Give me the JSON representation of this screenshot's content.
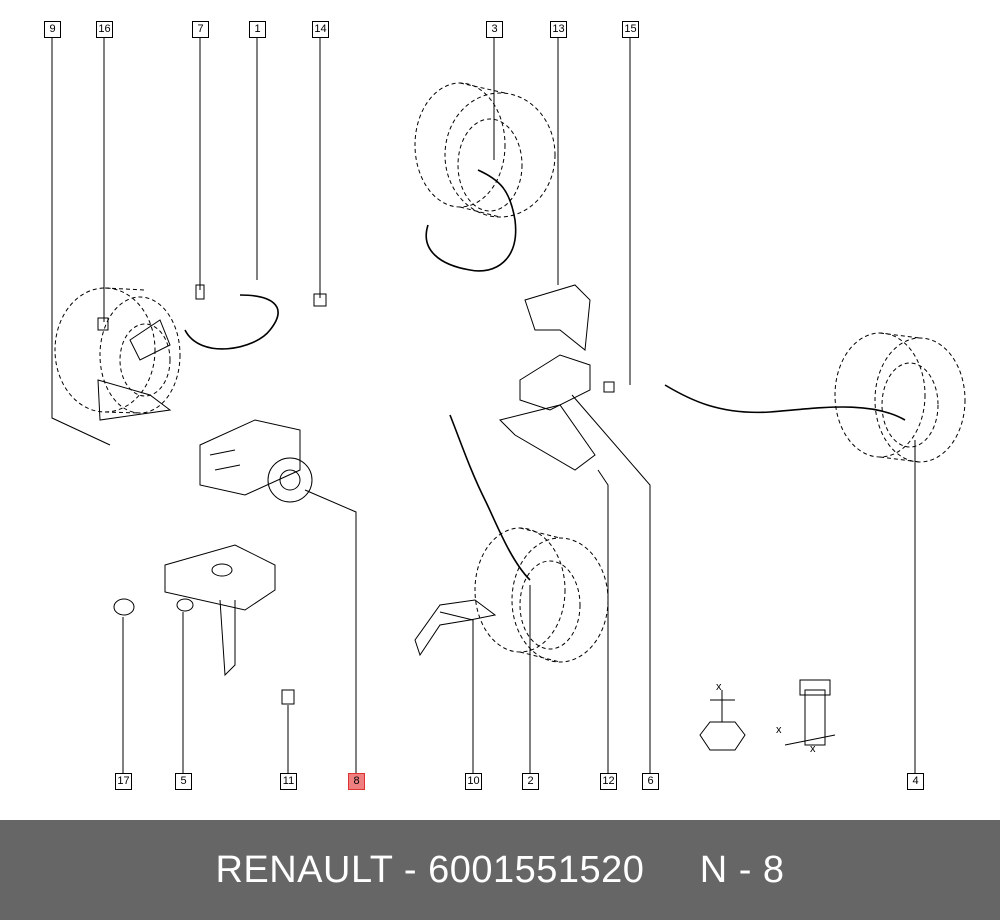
{
  "callouts": [
    {
      "id": "9",
      "label": "9"
    },
    {
      "id": "16",
      "label": "16"
    },
    {
      "id": "7",
      "label": "7"
    },
    {
      "id": "1",
      "label": "1"
    },
    {
      "id": "14",
      "label": "14"
    },
    {
      "id": "3",
      "label": "3"
    },
    {
      "id": "13",
      "label": "13"
    },
    {
      "id": "15",
      "label": "15"
    },
    {
      "id": "17",
      "label": "17"
    },
    {
      "id": "5",
      "label": "5"
    },
    {
      "id": "11",
      "label": "11"
    },
    {
      "id": "8",
      "label": "8",
      "highlighted": true
    },
    {
      "id": "10",
      "label": "10"
    },
    {
      "id": "2",
      "label": "2"
    },
    {
      "id": "12",
      "label": "12"
    },
    {
      "id": "6",
      "label": "6"
    },
    {
      "id": "4",
      "label": "4"
    }
  ],
  "highlight_color": "#f08080",
  "footer": {
    "text": "RENAULT - 6001551520     N - 8",
    "background": "#666666",
    "color": "#ffffff"
  }
}
